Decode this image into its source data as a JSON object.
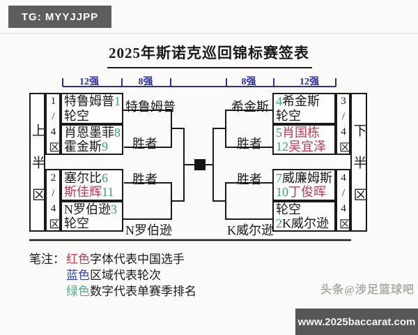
{
  "colors": {
    "red": "#bf3a57",
    "green": "#3a9f83",
    "blue": "#2b2f9e",
    "ink": "#1a1a1a"
  },
  "badge": "TG: MYYJJPP",
  "title": "2025年斯诺克巡回锦标赛签表",
  "round_labels": [
    "12强",
    "8强",
    "8强",
    "12强"
  ],
  "halves": {
    "upper": "上半区",
    "lower": "下半区"
  },
  "quarter_labels": {
    "q1": "1/4区",
    "q2": "2/4区",
    "q3": "3/4区",
    "q4": "4/4区"
  },
  "players": {
    "l1": {
      "name": "特鲁姆普",
      "seed": "1"
    },
    "l2": {
      "name": "轮空",
      "seed": ""
    },
    "l3": {
      "name": "肖恩墨菲",
      "seed": "8"
    },
    "l4": {
      "name": "霍金斯",
      "seed": "9"
    },
    "l5": {
      "name": "塞尔比",
      "seed": "6"
    },
    "l6": {
      "name": "斯佳辉",
      "seed": "11"
    },
    "l7": {
      "name": "N罗伯逊",
      "seed": "3"
    },
    "l8": {
      "name": "轮空",
      "seed": ""
    },
    "r1": {
      "name": "希金斯",
      "seed": "4"
    },
    "r2": {
      "name": "轮空",
      "seed": ""
    },
    "r3": {
      "name": "肖国栋",
      "seed": "5"
    },
    "r4": {
      "name": "吴宜泽",
      "seed": "12"
    },
    "r5": {
      "name": "威廉姆斯",
      "seed": "7"
    },
    "r6": {
      "name": "丁俊晖",
      "seed": "10"
    },
    "r7": {
      "name": "轮空",
      "seed": ""
    },
    "r8": {
      "name": "K威尔逊",
      "seed": "2"
    }
  },
  "advancers": {
    "l_top": "特鲁姆普",
    "l_q1": "胜者",
    "l_q2": "胜者",
    "l_bottom": "N罗伯逊",
    "r_top": "希金斯",
    "r_q3": "胜者",
    "r_q4": "胜者",
    "r_bottom": "K威尔逊"
  },
  "notes": {
    "prefix": "笔注：",
    "items": [
      {
        "lead": "红色",
        "rest": "字体代表中国选手"
      },
      {
        "lead": "蓝色",
        "rest": "区域代表轮次"
      },
      {
        "lead": "绿色",
        "rest": "数字代表单赛季排名"
      }
    ]
  },
  "watermark": "头条@涉足篮球吧",
  "footer_url": "www.2025baccarat.com"
}
